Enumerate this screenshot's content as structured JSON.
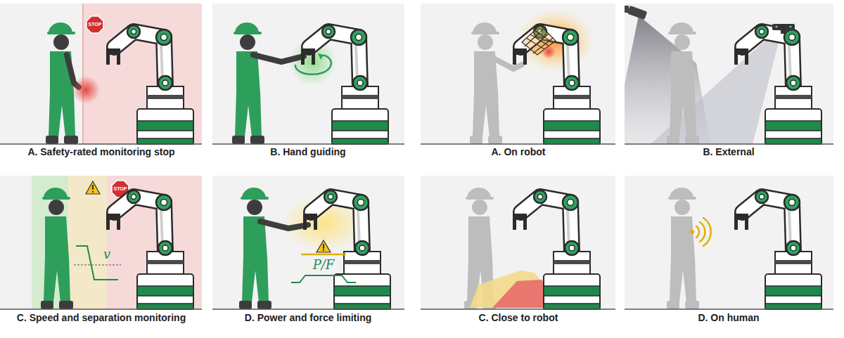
{
  "diagram": {
    "labels": [
      "STOP",
      "A. Safety-rated monitoring stop",
      "B. Hand guiding",
      "A. On robot",
      "B. External",
      "STOP",
      "v",
      "C. Speed and separation monitoring",
      "P/F",
      "D. Power and force limiting",
      "C. Close to robot",
      "D. On human"
    ]
  }
}
